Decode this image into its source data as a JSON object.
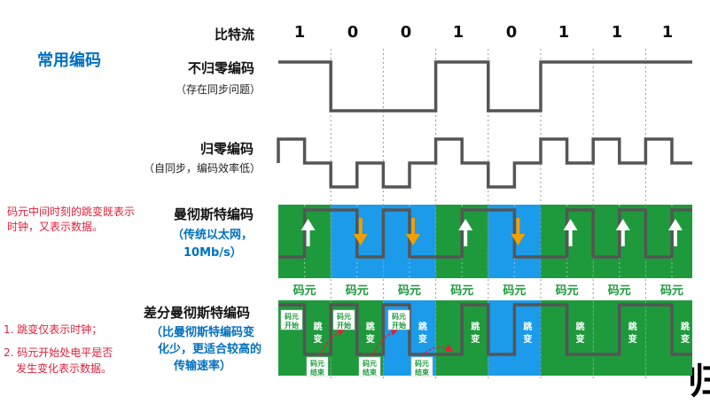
{
  "title": "常用编码",
  "bitstream": {
    "label": "比特流",
    "bits": [
      "1",
      "0",
      "0",
      "1",
      "0",
      "1",
      "1",
      "1"
    ]
  },
  "nrz": {
    "label": "不归零编码",
    "sub": "（存在同步问题）"
  },
  "rz": {
    "label": "归零编码",
    "sub": "（自同步，编码效率低）"
  },
  "manchester": {
    "label": "曼彻斯特编码",
    "sub1": "（传统以太网，",
    "sub2": "10Mb/s）"
  },
  "code_cell": "码元",
  "diff_manchester": {
    "label": "差分曼彻斯特编码",
    "sub1": "（比曼彻斯特编码变",
    "sub2": "化少，更适合较高的",
    "sub3": "传输速率）"
  },
  "small_labels": {
    "start": "码元开始",
    "end": "码元结束",
    "jump": "跳变"
  },
  "notes": {
    "manchester_note1": "码元中间时刻的跳变既表示",
    "manchester_note2": "时钟，又表示数据。",
    "diff_note1": "1. 跳变仅表示时钟；",
    "diff_note2": "2. 码元开始处电平是否",
    "diff_note3": "发生变化表示数据。"
  },
  "colors": {
    "green": "#1e9a3c",
    "blue": "#1b9bea",
    "signal": "#555555",
    "arrow_orange": "#f0a000",
    "red": "#e0203a",
    "title_blue": "#0070c0"
  },
  "corner_char": "归"
}
